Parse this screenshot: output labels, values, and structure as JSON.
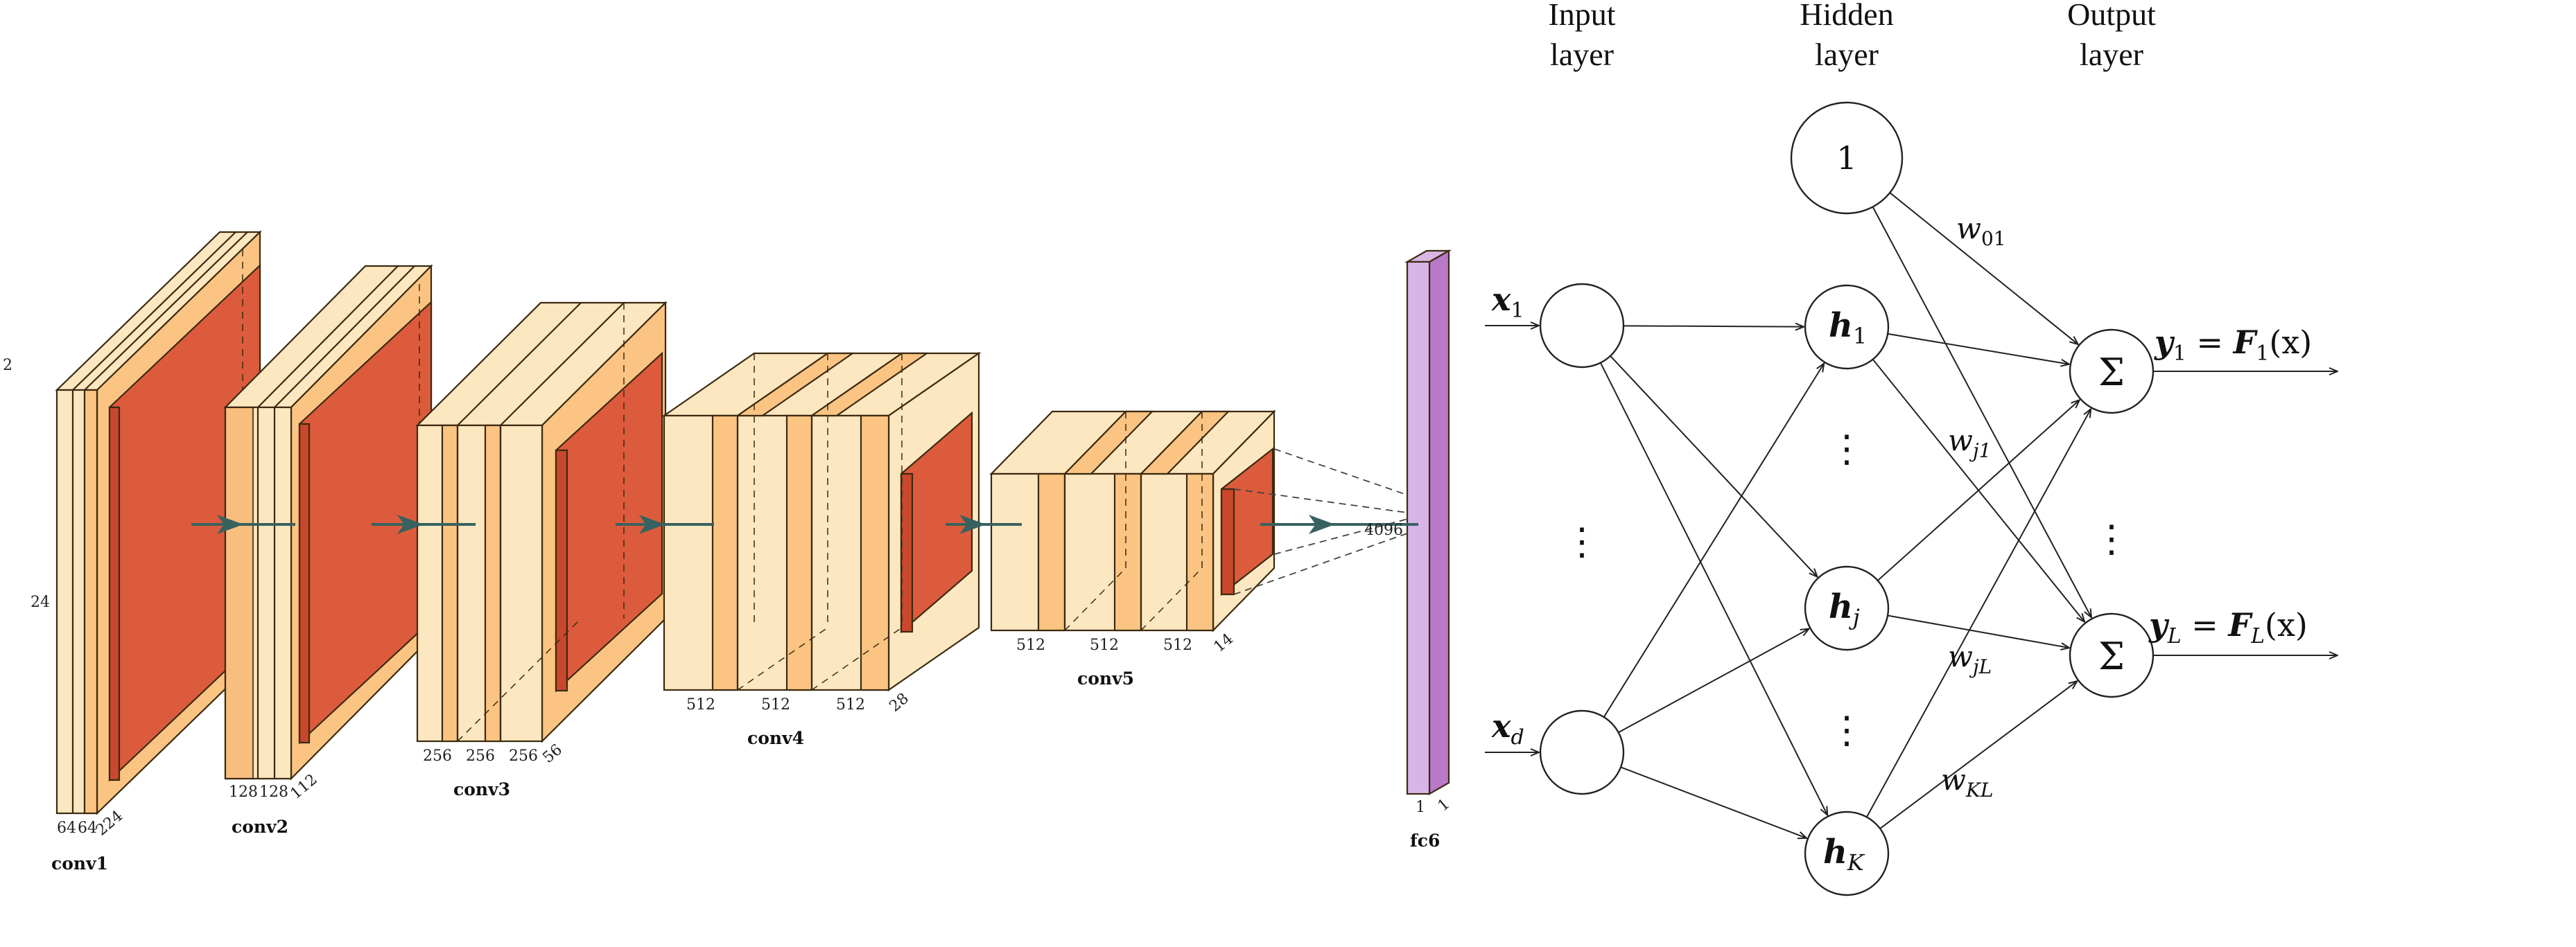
{
  "cnn": {
    "side_labels": [
      "2",
      "24"
    ],
    "conv1": {
      "name": "conv1",
      "dims": [
        "64",
        "64",
        "224"
      ]
    },
    "conv2": {
      "name": "conv2",
      "dims": [
        "128",
        "128",
        "112"
      ]
    },
    "conv3": {
      "name": "conv3",
      "dims": [
        "256",
        "256",
        "256",
        "56"
      ]
    },
    "conv4": {
      "name": "conv4",
      "dims": [
        "512",
        "512",
        "512",
        "28"
      ]
    },
    "conv5": {
      "name": "conv5",
      "dims": [
        "512",
        "512",
        "512",
        "14"
      ]
    },
    "fc6": {
      "name": "fc6",
      "size": "4096",
      "dims": [
        "1",
        "1"
      ]
    },
    "colors": {
      "feature_light": "#fde7c0",
      "feature_mid": "#fbc483",
      "pool_red": "#dc5b3c",
      "fc_purple": "#c79ad9",
      "arrow_teal": "#37625f"
    }
  },
  "nn": {
    "headers": [
      {
        "line1": "Input",
        "line2": "layer"
      },
      {
        "line1": "Hidden",
        "line2": "layer"
      },
      {
        "line1": "Output",
        "line2": "layer"
      }
    ],
    "inputs": {
      "first": "x",
      "first_sub": "1",
      "last": "x",
      "last_sub": "d"
    },
    "bias": "1",
    "hidden": [
      {
        "main": "h",
        "sub": "1"
      },
      {
        "main": "h",
        "sub": "j"
      },
      {
        "main": "h",
        "sub": "K"
      }
    ],
    "sum_symbol": "Σ",
    "vdots": "⋮",
    "outputs": [
      {
        "y": "y",
        "ysub": "1",
        "eq": " = ",
        "F": "F",
        "Fsub": "1",
        "arg": "(x)"
      },
      {
        "y": "y",
        "ysub": "L",
        "eq": " = ",
        "F": "F",
        "Fsub": "L",
        "arg": "(x)"
      }
    ],
    "weights": [
      {
        "w": "w",
        "sub": "01"
      },
      {
        "w": "w",
        "sub": "j1"
      },
      {
        "w": "w",
        "sub": "jL"
      },
      {
        "w": "w",
        "sub": "KL"
      }
    ]
  }
}
